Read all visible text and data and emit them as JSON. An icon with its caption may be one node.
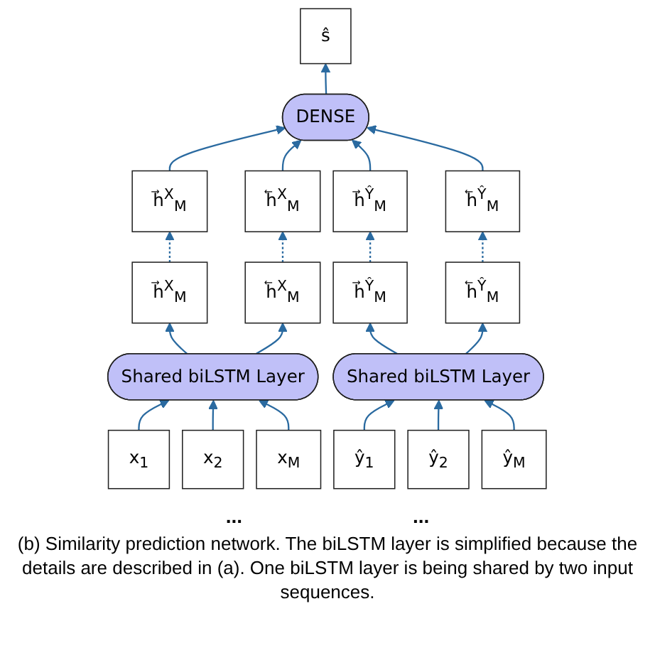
{
  "diagram": {
    "caption": "(b) Similarity prediction network. The biLSTM layer is simplified because the details are described in (a). One biLSTM layer is being shared by two input sequences.",
    "nodes": [
      {
        "text": [
          "ŝ"
        ]
      },
      {
        "text": [
          "DENSE"
        ]
      },
      {
        "text": [
          "h⃗$^{X}$$_{M}$"
        ]
      },
      {
        "text": [
          "h⃖$^{X}$$_{M}$"
        ]
      },
      {
        "text": [
          "h⃗$^{Ŷ}$$_{M}$"
        ]
      },
      {
        "text": [
          "h⃖$^{Ŷ}$$_{M}$"
        ]
      },
      {
        "text": [
          "h⃗$^{X}$$_{M}$"
        ]
      },
      {
        "text": [
          "h⃖$^{X}$$_{M}$"
        ]
      },
      {
        "text": [
          "h⃗$^{Ŷ}$$_{M}$"
        ]
      },
      {
        "text": [
          "h⃖$^{Ŷ}$$_{M}$"
        ]
      },
      {
        "text": [
          "Shared biLSTM Layer"
        ]
      },
      {
        "text": [
          "Shared biLSTM Layer"
        ]
      },
      {
        "text": [
          "x$_{1}$"
        ]
      },
      {
        "text": [
          "x$_{2}$"
        ]
      },
      {
        "text": [
          "x$_{M}$"
        ]
      },
      {
        "text": [
          "ŷ$_{1}$"
        ]
      },
      {
        "text": [
          "ŷ$_{2}$"
        ]
      },
      {
        "text": [
          "ŷ$_{M}$"
        ]
      }
    ],
    "edges": [
      {
        "from": 1,
        "to": 0,
        "arrow": "to"
      },
      {
        "from": 2,
        "to": 1,
        "arrow": "to"
      },
      {
        "from": 3,
        "to": 1,
        "arrow": "to"
      },
      {
        "from": 4,
        "to": 1,
        "arrow": "to"
      },
      {
        "from": 5,
        "to": 1,
        "arrow": "to"
      },
      {
        "from": 6,
        "to": 2,
        "arrow": "to",
        "style": "dashed"
      },
      {
        "from": 7,
        "to": 3,
        "arrow": "to",
        "style": "dashed"
      },
      {
        "from": 8,
        "to": 4,
        "arrow": "to",
        "style": "dashed"
      },
      {
        "from": 9,
        "to": 5,
        "arrow": "to",
        "style": "dashed"
      },
      {
        "from": 10,
        "to": 6,
        "arrow": "to"
      },
      {
        "from": 10,
        "to": 7,
        "arrow": "to"
      },
      {
        "from": 11,
        "to": 8,
        "arrow": "to"
      },
      {
        "from": 11,
        "to": 9,
        "arrow": "to"
      },
      {
        "from": 12,
        "to": 10,
        "arrow": "to"
      },
      {
        "from": 13,
        "to": 10,
        "arrow": "to"
      },
      {
        "from": 14,
        "to": 10,
        "arrow": "to"
      },
      {
        "from": 15,
        "to": 11,
        "arrow": "to"
      },
      {
        "from": 16,
        "to": 11,
        "arrow": "to"
      },
      {
        "from": 17,
        "to": 11,
        "arrow": "to"
      }
    ],
    "labels": [
      "...",
      "..."
    ]
  }
}
